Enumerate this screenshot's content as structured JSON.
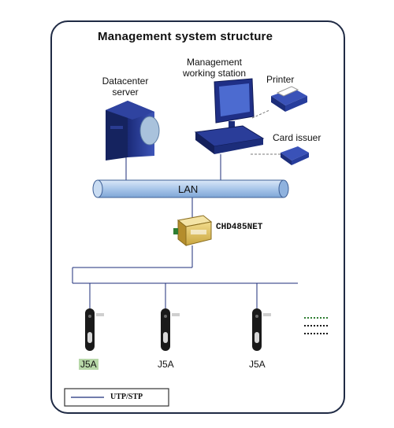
{
  "title": "Management system structure",
  "nodes": {
    "server": {
      "label": "Datacenter\nserver"
    },
    "station": {
      "label": "Management\nworking station"
    },
    "printer": {
      "label": "Printer"
    },
    "card_issuer": {
      "label": "Card issuer"
    },
    "lan": {
      "label": "LAN"
    },
    "converter": {
      "label": "CHD485NET"
    }
  },
  "readers": [
    "J5A",
    "J5A",
    "J5A"
  ],
  "legend": {
    "label": "UTP/STP"
  },
  "colors": {
    "lan_fill": "#a9c6ea",
    "server": "#1c2d7a",
    "highlight": "#b7d7a8",
    "line": "#1c2d7a",
    "frame": "#1f2a44"
  }
}
